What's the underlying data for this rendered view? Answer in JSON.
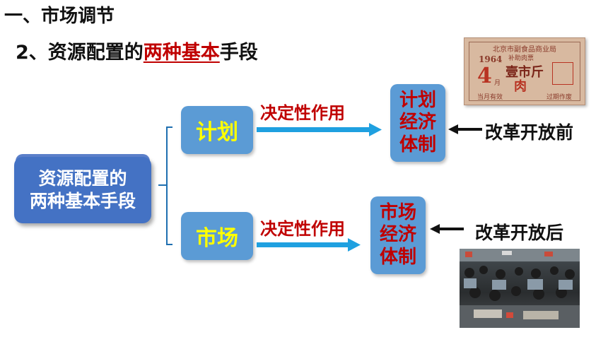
{
  "heading": {
    "section": "一、市场调节",
    "subtitle_prefix": "2、资源配置的",
    "subtitle_highlight": "两种基本",
    "subtitle_suffix": "手段"
  },
  "diagram": {
    "root": {
      "line1": "资源配置的",
      "line2": "两种基本手段"
    },
    "branches": [
      {
        "label": "计划",
        "relation": "决定性作用",
        "result": [
          "计划",
          "经济",
          "体制"
        ],
        "note": "改革开放前"
      },
      {
        "label": "市场",
        "relation": "决定性作用",
        "result": [
          "市场",
          "经济",
          "体制"
        ],
        "note": "改革开放后"
      }
    ]
  },
  "ticket": {
    "issuer": "北京市副食品商业局",
    "type": "补助肉票",
    "year": "1964",
    "digit": "4",
    "amount": "壹市斤",
    "month": "月",
    "stamp": "肉",
    "validity_left": "当月有效",
    "validity_right": "过期作废"
  },
  "colors": {
    "root_box": "#4472c4",
    "branch_box": "#5b9bd5",
    "branch_text": "#ffff00",
    "accent_red": "#c00000",
    "arrow": "#1fa0e0"
  }
}
